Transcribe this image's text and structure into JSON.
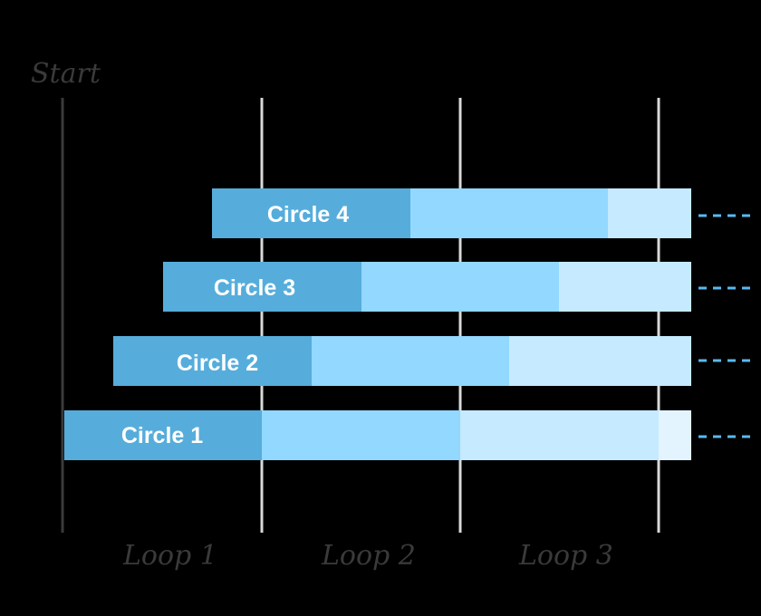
{
  "start_label": "Start",
  "loops": [
    {
      "label": "Loop 1"
    },
    {
      "label": "Loop 2"
    },
    {
      "label": "Loop 3"
    }
  ],
  "circles": [
    {
      "label": "Circle 4"
    },
    {
      "label": "Circle 3"
    },
    {
      "label": "Circle 2"
    },
    {
      "label": "Circle 1"
    }
  ],
  "colors": {
    "background": "#000000",
    "segment_dark": "#56addb",
    "segment_mid": "#92d8ff",
    "segment_light": "#c6eaff",
    "segment_lightest": "#e3f4ff",
    "loop_line": "#d9d9d9",
    "start_line": "#3a3a3a",
    "dash": "#5ab8f0"
  }
}
